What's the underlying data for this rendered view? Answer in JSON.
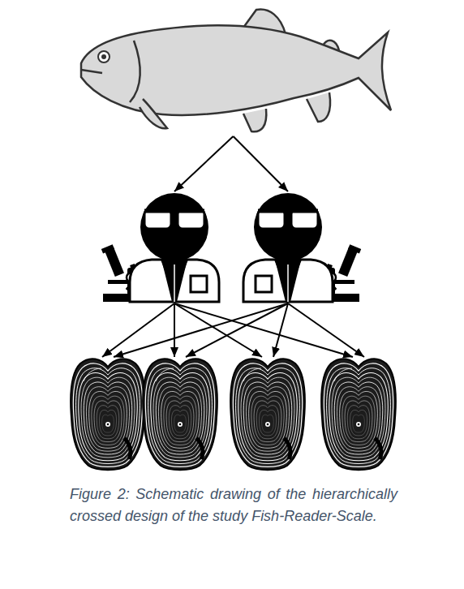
{
  "diagram": {
    "caption": "Figure 2: Schematic drawing of the hierarchically crossed design of the study Fish-Reader-Scale.",
    "nodes": [
      {
        "text": []
      },
      {
        "text": []
      },
      {
        "text": []
      },
      {
        "text": []
      },
      {
        "text": []
      },
      {
        "text": []
      },
      {
        "text": []
      }
    ],
    "edges": [
      {
        "from": 0,
        "to": 1,
        "arrow": "to"
      },
      {
        "from": 0,
        "to": 2,
        "arrow": "to"
      },
      {
        "from": 1,
        "to": 3,
        "arrow": "to"
      },
      {
        "from": 1,
        "to": 4,
        "arrow": "to"
      },
      {
        "from": 1,
        "to": 5,
        "arrow": "to"
      },
      {
        "from": 1,
        "to": 6,
        "arrow": "to"
      },
      {
        "from": 2,
        "to": 3,
        "arrow": "to"
      },
      {
        "from": 2,
        "to": 4,
        "arrow": "to"
      },
      {
        "from": 2,
        "to": 5,
        "arrow": "to"
      },
      {
        "from": 2,
        "to": 6,
        "arrow": "to"
      }
    ]
  }
}
